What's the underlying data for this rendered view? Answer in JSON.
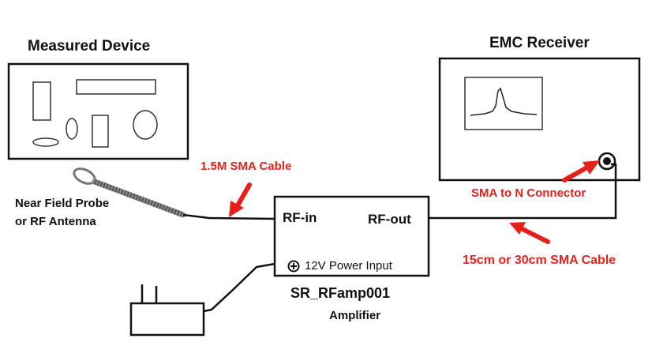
{
  "devices": {
    "measured_device": "Measured Device",
    "emc_receiver": "EMC Receiver",
    "probe_line1": "Near Field Probe",
    "probe_line2": "or RF Antenna"
  },
  "amplifier": {
    "rf_in": "RF-in",
    "rf_out": "RF-out",
    "power_input": "12V Power Input",
    "model": "SR_RFamp001",
    "caption": "Amplifier"
  },
  "annotations": {
    "cable_in": "1.5M SMA Cable",
    "connector": "SMA to N Connector",
    "cable_out": "15cm or 30cm SMA Cable"
  },
  "colors": {
    "annotation": "#e8201c",
    "line": "#111111"
  }
}
